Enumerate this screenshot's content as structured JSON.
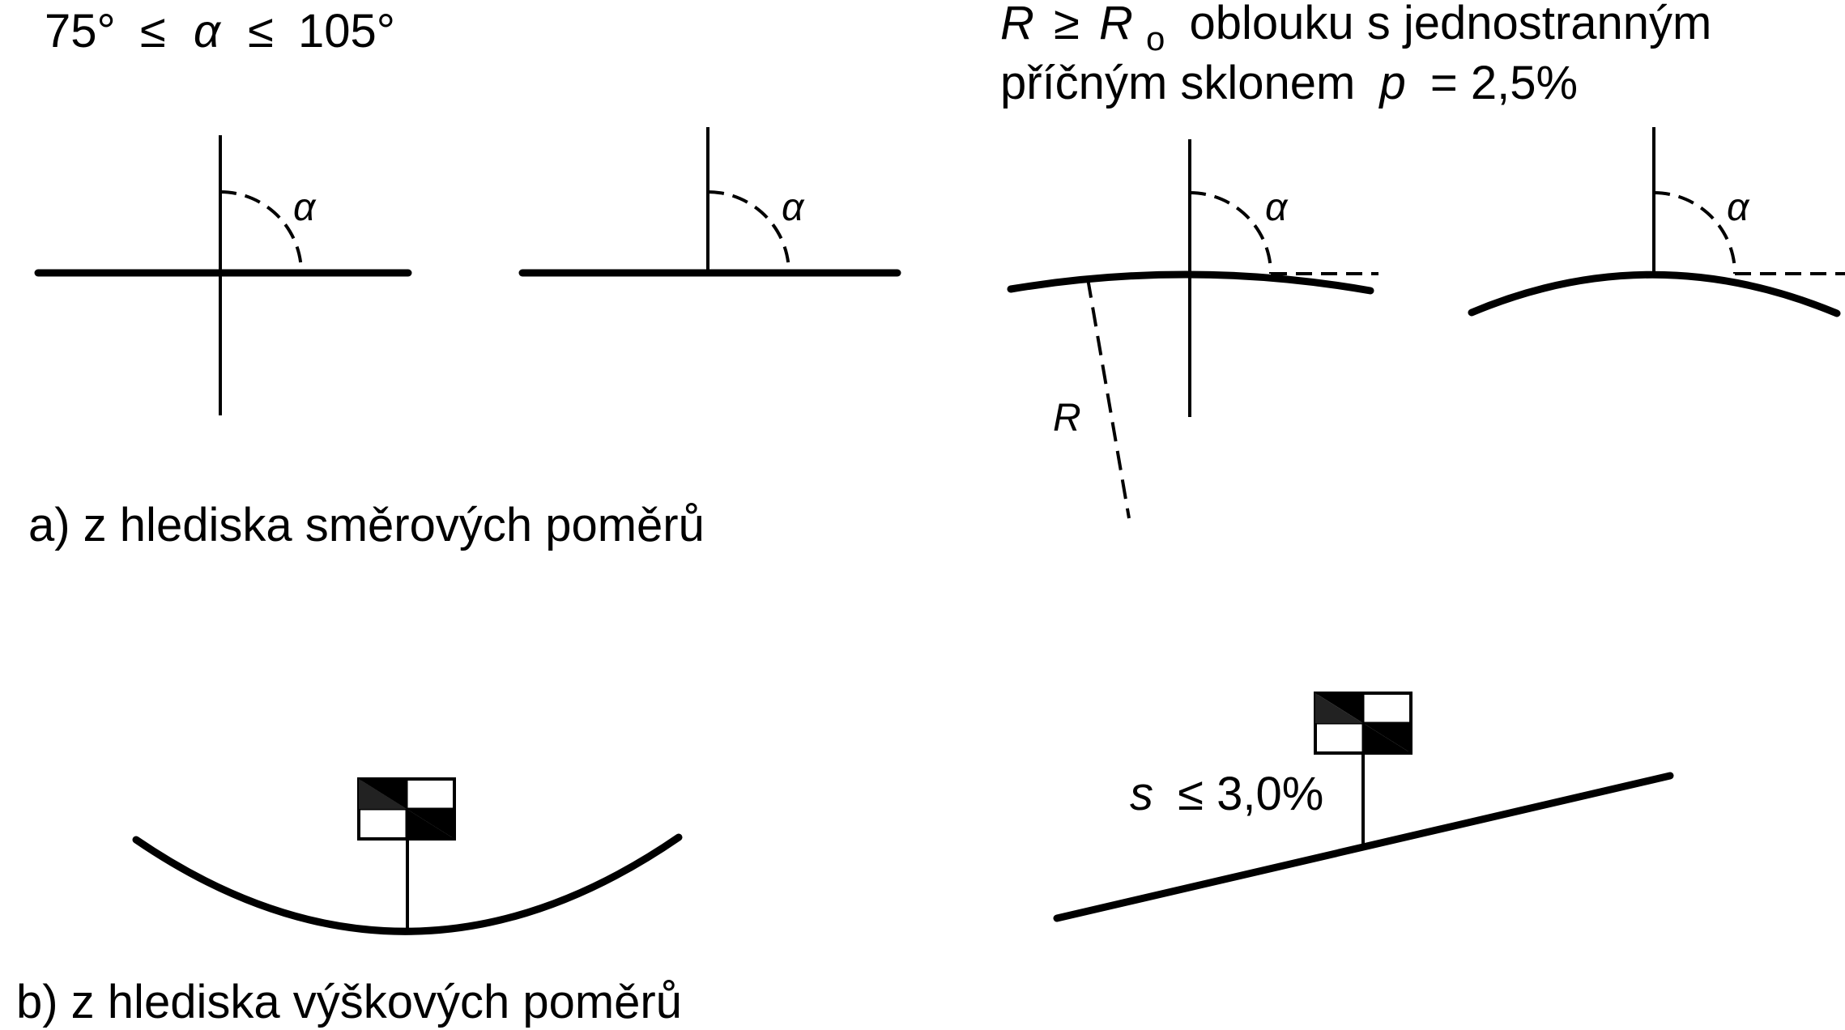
{
  "colors": {
    "ink": "#000000",
    "paper": "#ffffff"
  },
  "header_left": {
    "min": "75°",
    "le1": "≤",
    "alpha": "α",
    "le2": "≤",
    "max": "105°"
  },
  "header_right": {
    "line1_R": "R",
    "line1_ge": "≥",
    "line1_Ro": "R",
    "line1_Ro_sub": "o",
    "line1_rest": "oblouku s jednostranným",
    "line2_text": "příčným sklonem",
    "line2_p": "p",
    "line2_rest": "= 2,5%"
  },
  "angle_labels": {
    "a1": "α",
    "a2": "α",
    "a3": "α",
    "a4": "α"
  },
  "radius_label": "R",
  "slope_label": {
    "s": "s",
    "rest": "≤  3,0%"
  },
  "captions": {
    "a": "a) z hlediska směrových poměrů",
    "b": "b) z hlediska výškových poměrů"
  },
  "icons": {
    "sign1": "checkered-sign-icon",
    "sign2": "checkered-sign-icon"
  }
}
